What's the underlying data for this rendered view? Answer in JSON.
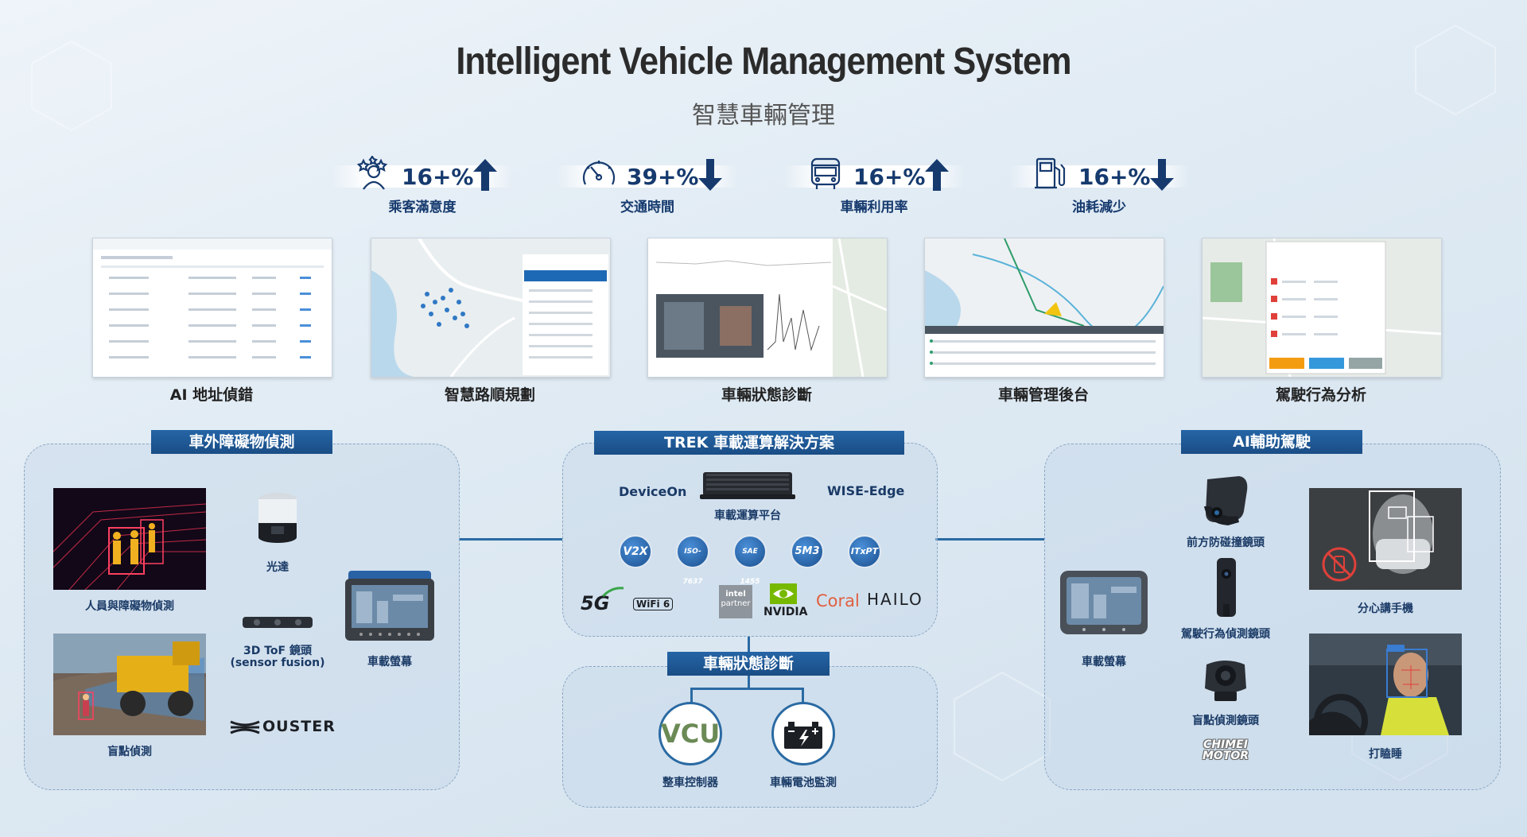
{
  "header": {
    "title": "Intelligent Vehicle Management System",
    "subtitle": "智慧車輛管理"
  },
  "stats": [
    {
      "value": "16+%",
      "label": "乘客滿意度",
      "direction": "up",
      "icon": "passenger-satisfaction-icon"
    },
    {
      "value": "39+%",
      "label": "交通時間",
      "direction": "down",
      "icon": "speedometer-icon"
    },
    {
      "value": "16+%",
      "label": "車輛利用率",
      "direction": "up",
      "icon": "bus-icon"
    },
    {
      "value": "16+%",
      "label": "油耗減少",
      "direction": "down",
      "icon": "fuel-pump-icon"
    }
  ],
  "screenshots": [
    {
      "label": "AI 地址偵錯"
    },
    {
      "label": "智慧路順規劃"
    },
    {
      "label": "車輛狀態診斷"
    },
    {
      "label": "車輛管理後台"
    },
    {
      "label": "駕駛行為分析"
    }
  ],
  "left_panel": {
    "title": "車外障礙物偵測",
    "items": {
      "person_detect": "人員與障礙物偵測",
      "lidar": "光達",
      "tof_camera": "3D ToF 鏡頭",
      "tof_camera_sub": "(sensor fusion)",
      "monitor": "車載螢幕",
      "blind_spot": "盲點偵測",
      "ouster": "OUSTER"
    }
  },
  "center_panel": {
    "title": "TREK 車載運算解決方案",
    "platform": "車載運算平台",
    "deviceon": "DeviceOn",
    "wise_edge": "WISE-Edge",
    "badges": [
      "V2X",
      "ISO-7637",
      "SAE 1455",
      "5M3",
      "ITxPT"
    ],
    "logos": {
      "fiveg": "5G",
      "wifi": "WiFi 6",
      "intel_line1": "intel",
      "intel_line2": "partner",
      "nvidia": "NVIDIA",
      "coral": "Coral",
      "hailo": "HAILO"
    }
  },
  "diag_panel": {
    "title": "車輛狀態診斷",
    "vcu_text": "VCU",
    "vcu_label": "整車控制器",
    "battery_label": "車輛電池監測"
  },
  "right_panel": {
    "title": "AI輔助駕駛",
    "items": {
      "front_cam": "前方防碰撞鏡頭",
      "driver_cam": "駕駛行為偵測鏡頭",
      "blind_cam": "盲點偵測鏡頭",
      "monitor": "車載螢幕",
      "phone": "分心講手機",
      "doze": "打瞌睡",
      "chimei": "CHIMEI MOTOR"
    }
  },
  "colors": {
    "accent": "#1a4d85",
    "up_down_arrow": "#163a6e",
    "alert": "#e0403a"
  }
}
